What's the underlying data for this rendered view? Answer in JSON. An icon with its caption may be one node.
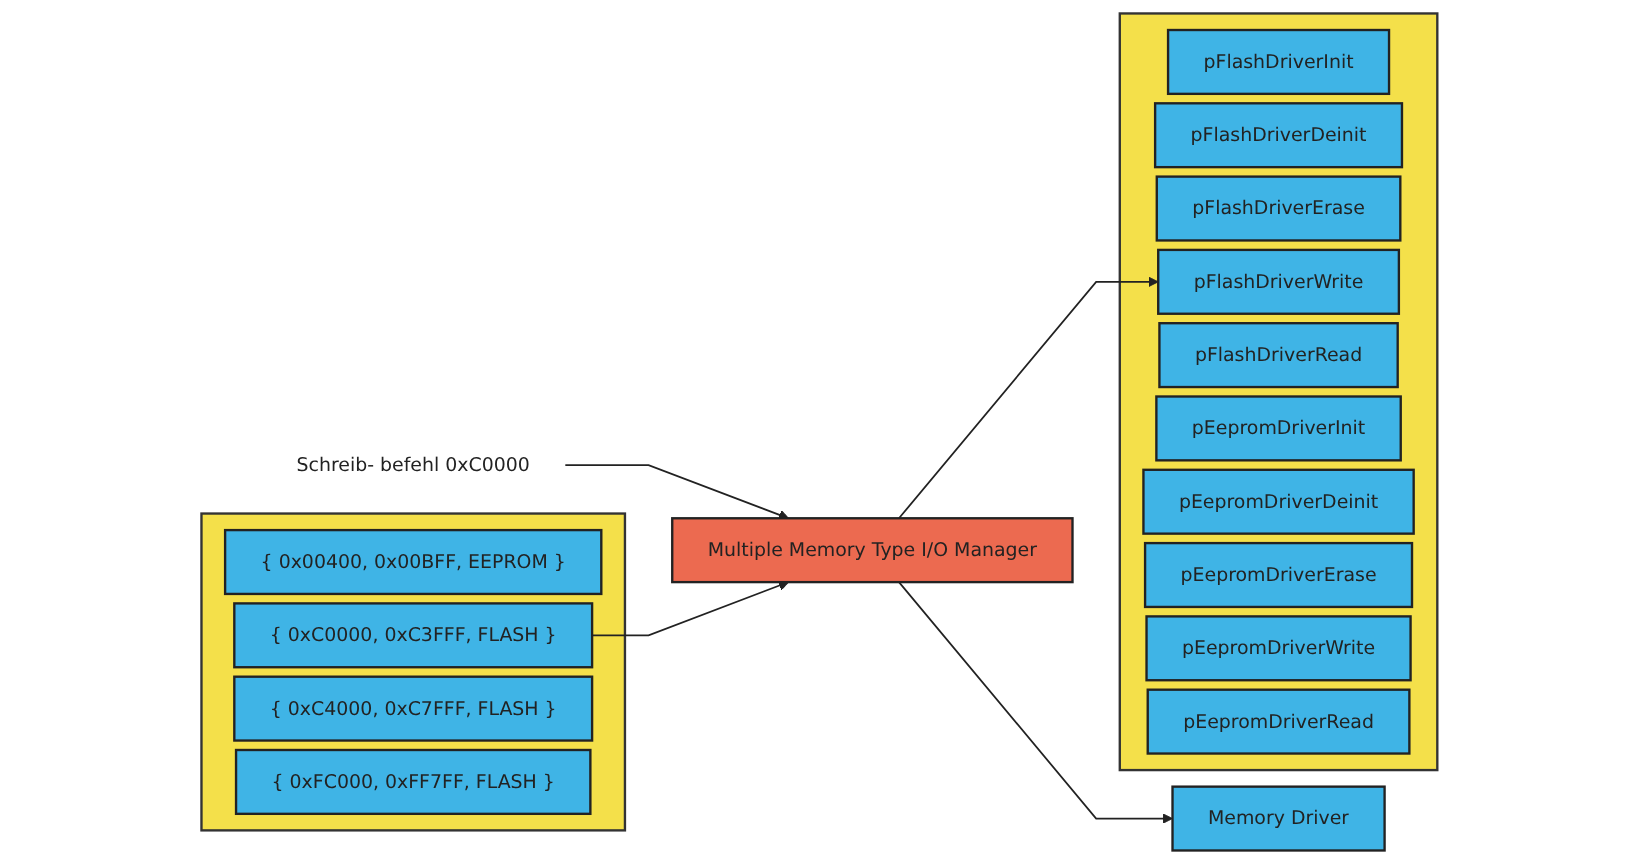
{
  "diagram": {
    "nodes": [
      {
        "text": [
          "Multiple Memory Type I/O Manager"
        ]
      },
      {
        "text": [
          "Schreib- befehl 0xC0000"
        ]
      },
      {
        "text": [
          "Memory Driver"
        ]
      },
      {
        "text": [],
        "shape": "box"
      },
      {
        "text": [
          "pFlashDriverInit"
        ],
        "in": 3
      },
      {
        "text": [
          "pFlashDriverDeinit"
        ],
        "in": 3
      },
      {
        "text": [
          "pFlashDriverErase"
        ],
        "in": 3
      },
      {
        "text": [
          "pFlashDriverWrite"
        ],
        "in": 3
      },
      {
        "text": [
          "pFlashDriverRead"
        ],
        "in": 3
      },
      {
        "text": [
          "pEepromDriverInit"
        ],
        "in": 3
      },
      {
        "text": [
          "pEepromDriverDeinit"
        ],
        "in": 3
      },
      {
        "text": [
          "pEepromDriverErase"
        ],
        "in": 3
      },
      {
        "text": [
          "pEepromDriverWrite"
        ],
        "in": 3
      },
      {
        "text": [
          "pEepromDriverRead"
        ],
        "in": 3
      },
      {
        "text": [],
        "shape": "box"
      },
      {
        "text": [
          "{ 0x00400, 0x00BFF, EEPROM }"
        ],
        "in": 14
      },
      {
        "text": [
          "{ 0xC0000, 0xC3FFF, FLASH }"
        ],
        "in": 14
      },
      {
        "text": [
          "{ 0xC4000, 0xC7FFF, FLASH }"
        ],
        "in": 14
      },
      {
        "text": [
          "{ 0xFC000, 0xFF7FF, FLASH }"
        ],
        "in": 14
      }
    ],
    "edges": [
      {
        "from": 1,
        "to": 0,
        "arrow": "to"
      },
      {
        "from": 16,
        "to": 0,
        "arrow": "to"
      },
      {
        "from": 0,
        "to": 2,
        "arrow": "to"
      },
      {
        "from": 0,
        "to": 7,
        "arrow": "to"
      }
    ]
  }
}
